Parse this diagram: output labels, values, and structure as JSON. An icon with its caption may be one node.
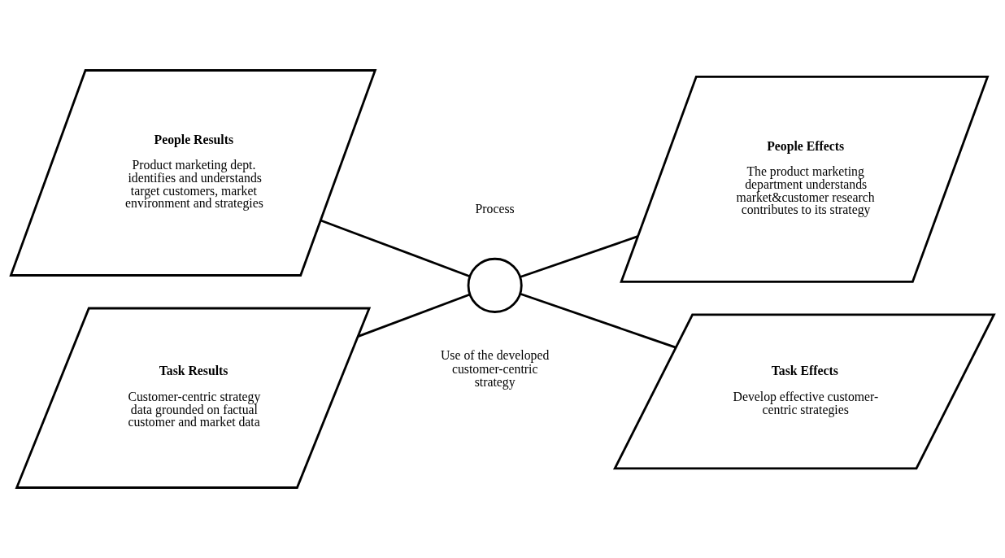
{
  "diagram": {
    "nodes": [
      {
        "text": [
          "People Results",
          "Product marketing dept. identifies and understands target customers, market environment and strategies"
        ]
      },
      {
        "text": [
          "People Effects",
          "The product marketing department understands market&customer research contributes to its strategy"
        ]
      },
      {
        "text": [],
        "shape": "circle"
      },
      {
        "text": [
          "Task Results",
          "Customer-centric strategy data grounded on factual customer and market data"
        ]
      },
      {
        "text": [
          "Task Effects",
          "Develop effective customer-centric strategies"
        ]
      }
    ],
    "edges": [
      {
        "from": 2,
        "to": 0,
        "arrow": "none"
      },
      {
        "from": 2,
        "to": 1,
        "arrow": "none"
      },
      {
        "from": 2,
        "to": 3,
        "arrow": "none"
      },
      {
        "from": 2,
        "to": 4,
        "arrow": "none"
      }
    ],
    "labels": [
      "Process",
      "Use of the developed customer-centric strategy"
    ]
  }
}
